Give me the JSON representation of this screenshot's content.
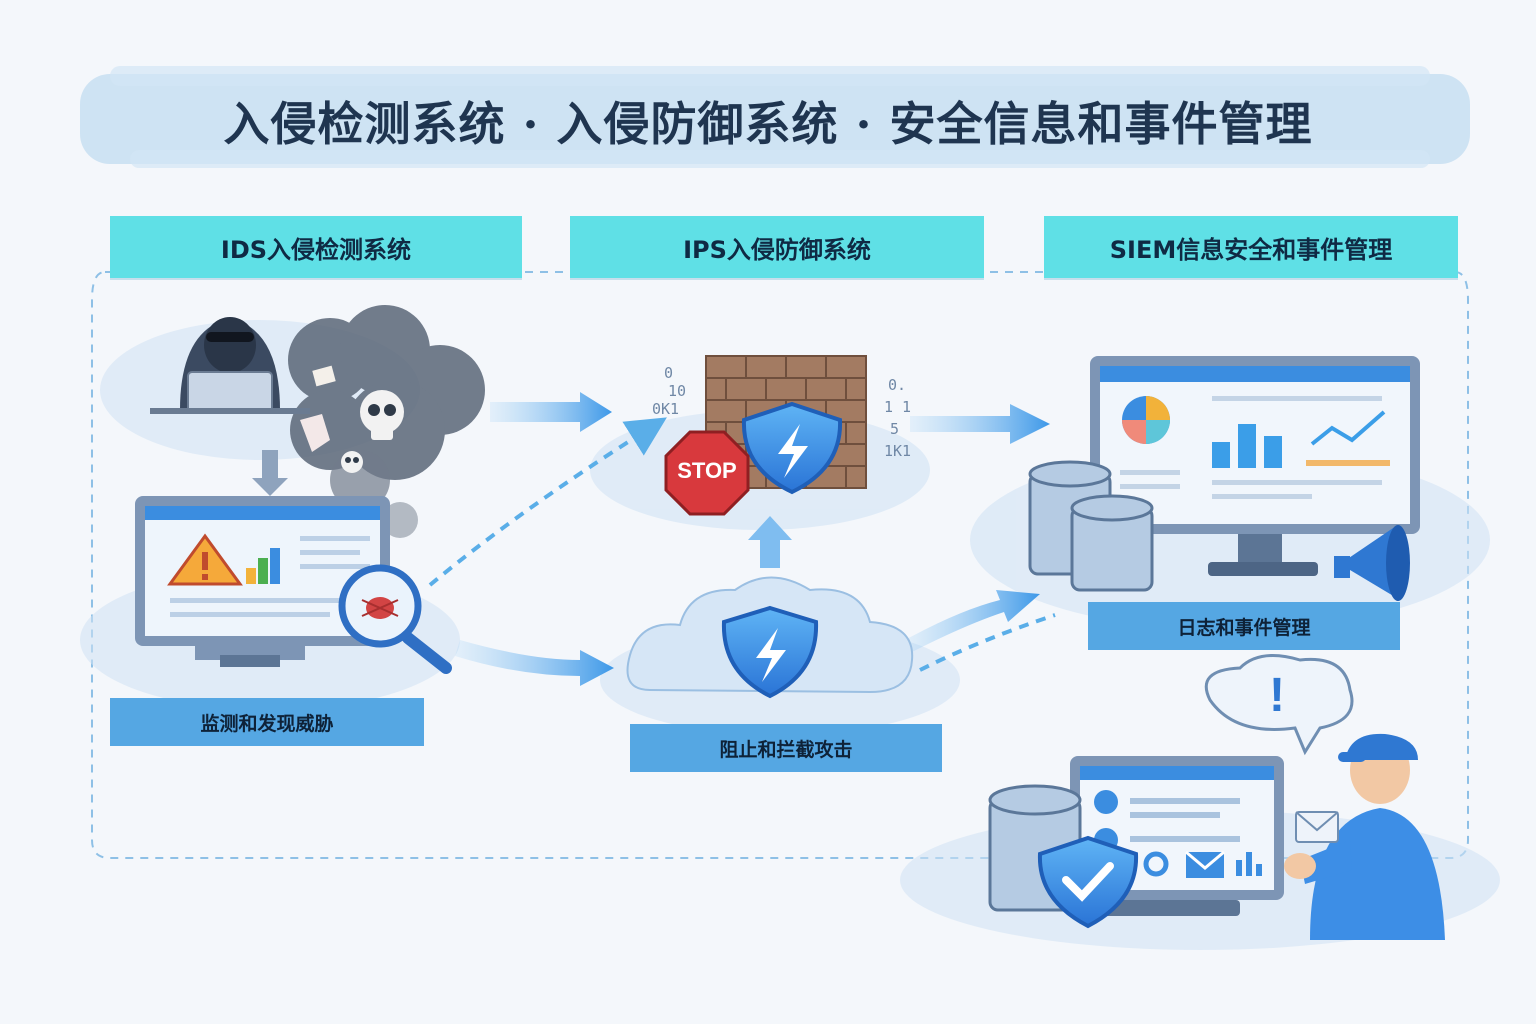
{
  "title": "入侵检测系统 · 入侵防御系统 · 安全信息和事件管理",
  "sections": [
    {
      "header": "IDS入侵检测系统",
      "label": "监测和发现威胁"
    },
    {
      "header": "IPS入侵防御系统",
      "label": "阻止和拦截攻击"
    },
    {
      "header": "SIEM信息安全和事件管理",
      "label": "日志和事件管理"
    }
  ],
  "stop_sign": "STOP",
  "binary_left": [
    "0",
    "10",
    "0K1"
  ],
  "binary_right": [
    "0.",
    "1 1",
    "5",
    "1K1"
  ],
  "alert_mark": "!",
  "icons": [
    "hacker-icon",
    "skull-icon",
    "warning-icon",
    "bug-icon",
    "magnifier-icon",
    "brick-wall-icon",
    "shield-lightning-icon",
    "stop-sign-icon",
    "cloud-icon",
    "database-icon",
    "pie-chart-icon",
    "bar-chart-icon",
    "line-chart-icon",
    "megaphone-icon",
    "speech-bubble-icon",
    "technician-icon",
    "shield-check-icon",
    "gear-icon",
    "mail-icon"
  ],
  "colors": {
    "header_bg": "#5fe0e6",
    "label_bg": "#55a7e3",
    "accent": "#2f86e0",
    "wash": "#cfe2f4"
  }
}
